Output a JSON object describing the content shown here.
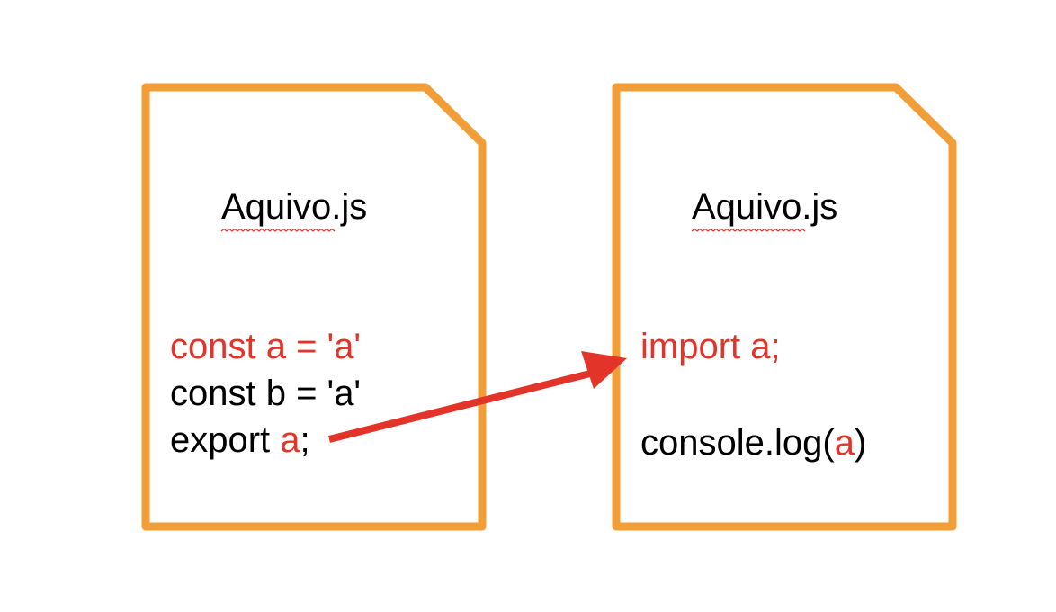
{
  "colors": {
    "file_border": "#F19D38",
    "highlight": "#E3342A",
    "text": "#000000",
    "arrow": "#E3342A",
    "spellcheck_underline": "#E3342A"
  },
  "files": [
    {
      "title": "Aquivo.js",
      "lines": [
        {
          "segments": [
            {
              "text": "const a = 'a'",
              "highlight": true
            }
          ]
        },
        {
          "segments": [
            {
              "text": "const b = 'a'",
              "highlight": false
            }
          ]
        },
        {
          "segments": [
            {
              "text": "export ",
              "highlight": false
            },
            {
              "text": "a",
              "highlight": true
            },
            {
              "text": ";",
              "highlight": false
            }
          ]
        }
      ]
    },
    {
      "title": "Aquivo.js",
      "lines": [
        {
          "segments": [
            {
              "text": "import a;",
              "highlight": true
            }
          ]
        },
        {
          "segments": []
        },
        {
          "segments": [
            {
              "text": "console.log(",
              "highlight": false
            },
            {
              "text": "a",
              "highlight": true
            },
            {
              "text": ")",
              "highlight": false
            }
          ]
        }
      ]
    }
  ],
  "arrow": {
    "from": "export a",
    "to": "import a"
  }
}
